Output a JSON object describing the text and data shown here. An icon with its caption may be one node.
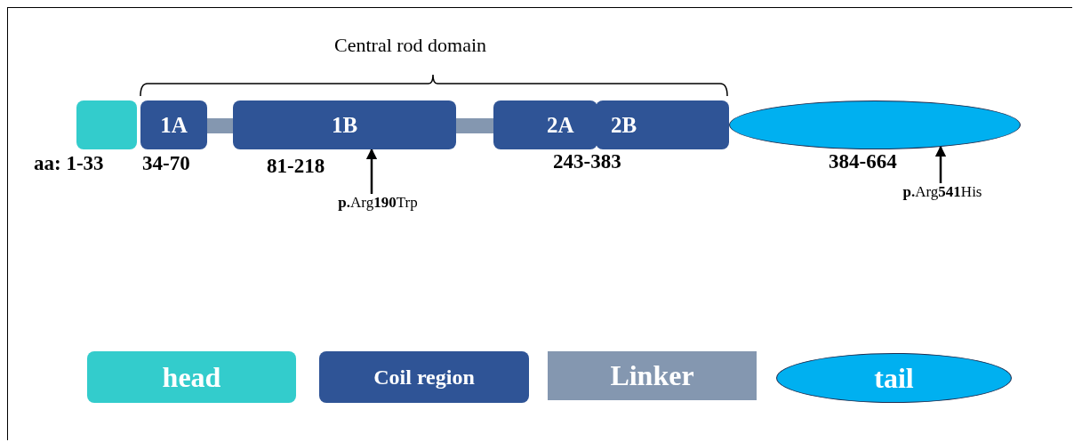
{
  "diagram": {
    "nodes": [
      {
        "text": [],
        "shape": "box",
        "beside": [
          "aa: 1-33"
        ]
      },
      {
        "text": [
          "1A"
        ],
        "beside": [
          "34-70"
        ]
      },
      {
        "text": [],
        "shape": "bar"
      },
      {
        "text": [
          "1B"
        ],
        "beside": [
          "81-218"
        ]
      },
      {
        "text": [],
        "shape": "bar"
      },
      {
        "text": [
          "2A"
        ]
      },
      {
        "text": [
          "2B"
        ]
      },
      {
        "text": [],
        "shape": "ellipse",
        "beside": [
          "384-664"
        ]
      },
      {
        "text": [
          "**p.**Arg**190**Trp"
        ]
      },
      {
        "text": [
          "**p.**Arg**541**His"
        ]
      }
    ],
    "edges": [
      {
        "from": 8,
        "to": 3,
        "arrow": "to"
      },
      {
        "from": 9,
        "to": 7,
        "arrow": "to"
      }
    ],
    "labels": [
      "Central rod domain",
      "243-383"
    ],
    "legend": [
      {
        "text": "head",
        "color": "#33cccc"
      },
      {
        "text": "Coil region",
        "color": "#2f5496"
      },
      {
        "text": "Linker",
        "color": "#8497b0"
      },
      {
        "text": "tail",
        "color": "#00b0f0"
      }
    ]
  }
}
